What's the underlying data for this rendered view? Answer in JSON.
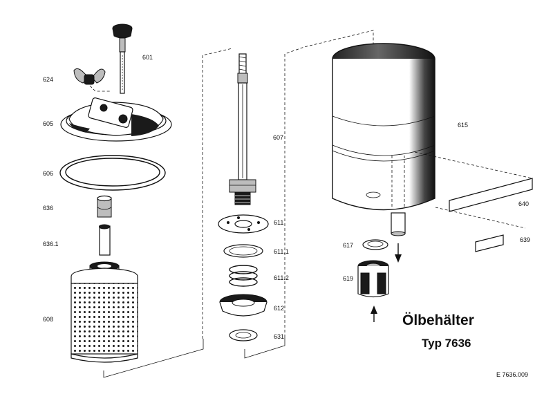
{
  "title": "Ölbehälter",
  "subtitle": "Typ 7636",
  "drawing_number": "E 7636.009",
  "parts": [
    {
      "id": "p601",
      "label": "601"
    },
    {
      "id": "p624",
      "label": "624"
    },
    {
      "id": "p605",
      "label": "605"
    },
    {
      "id": "p606",
      "label": "606"
    },
    {
      "id": "p636",
      "label": "636"
    },
    {
      "id": "p6361",
      "label": "636.1"
    },
    {
      "id": "p608",
      "label": "608"
    },
    {
      "id": "p607",
      "label": "607"
    },
    {
      "id": "p611",
      "label": "611"
    },
    {
      "id": "p6111",
      "label": "611.1"
    },
    {
      "id": "p6112",
      "label": "611.2"
    },
    {
      "id": "p612",
      "label": "612"
    },
    {
      "id": "p631",
      "label": "631"
    },
    {
      "id": "p615",
      "label": "615"
    },
    {
      "id": "p640",
      "label": "640"
    },
    {
      "id": "p639",
      "label": "639"
    },
    {
      "id": "p617",
      "label": "617"
    },
    {
      "id": "p619",
      "label": "619"
    }
  ]
}
